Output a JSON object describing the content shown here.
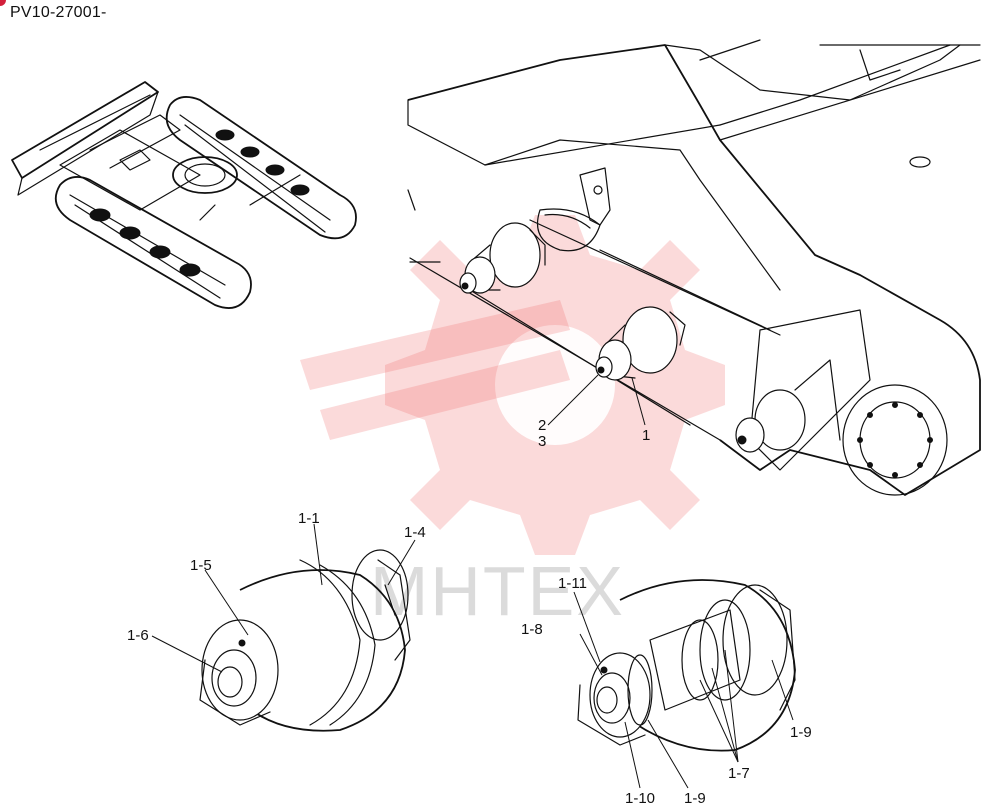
{
  "header": {
    "doc_code": "PV10-27001-"
  },
  "watermark": {
    "text": "MHTEX"
  },
  "callouts": {
    "c1": "1",
    "c2": "2",
    "c3": "3",
    "c1_1": "1-1",
    "c1_4": "1-4",
    "c1_5": "1-5",
    "c1_6": "1-6",
    "c1_7": "1-7",
    "c1_8": "1-8",
    "c1_9a": "1-9",
    "c1_9b": "1-9",
    "c1_10": "1-10",
    "c1_11": "1-11"
  },
  "colors": {
    "watermark": "#f06a6a",
    "corner_marker": "#d3203b",
    "line": "#111111"
  }
}
